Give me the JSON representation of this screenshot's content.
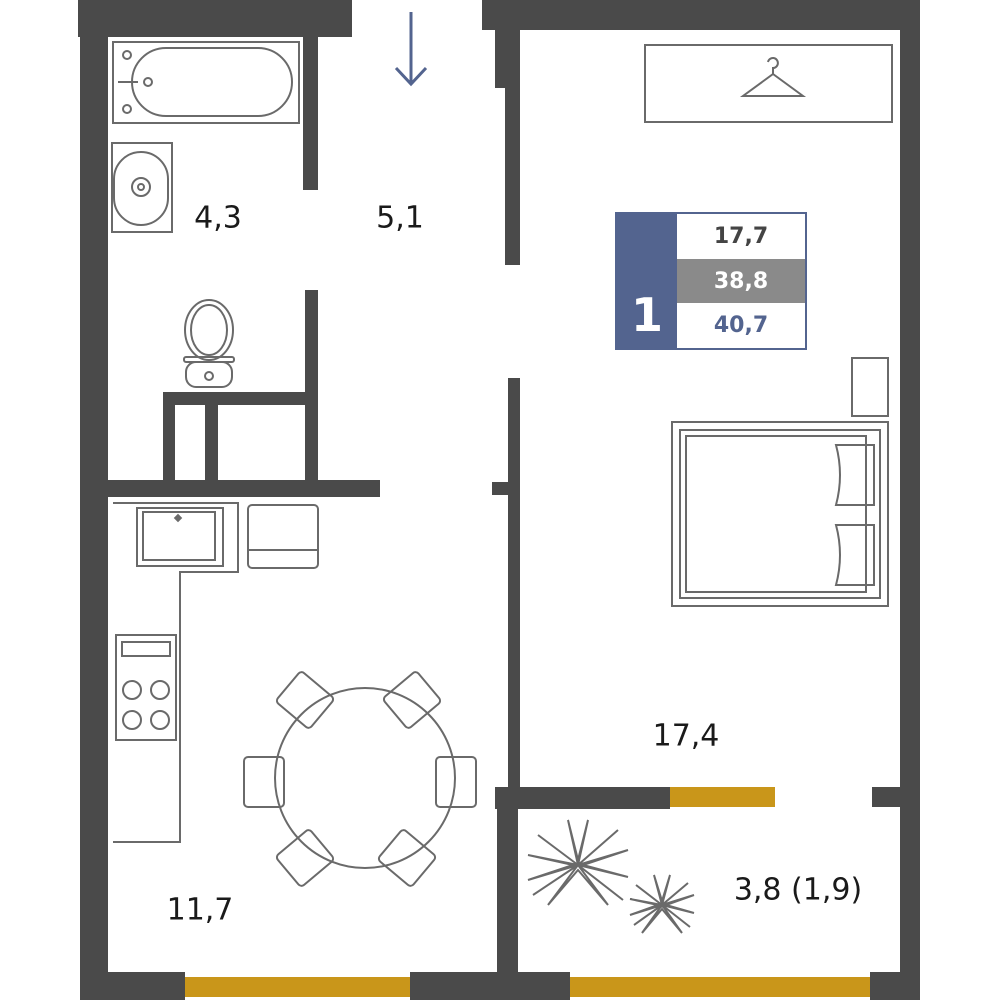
{
  "plan": {
    "rooms": [
      {
        "name": "bathroom",
        "area": "4,3"
      },
      {
        "name": "hallway",
        "area": "5,1"
      },
      {
        "name": "bedroom",
        "area": "17,4"
      },
      {
        "name": "kitchen",
        "area": "11,7"
      },
      {
        "name": "balcony",
        "area": "3,8 (1,9)"
      }
    ],
    "summary": {
      "rooms_count": "1",
      "living_area": "17,7",
      "total_area_no_balcony": "38,8",
      "total_area": "40,7"
    },
    "entrance_icon": "arrow-down-icon",
    "colors": {
      "wall": "#4a4a4a",
      "window": "#c9961a",
      "accent": "#53648f",
      "gray": "#8a8a8a"
    }
  }
}
